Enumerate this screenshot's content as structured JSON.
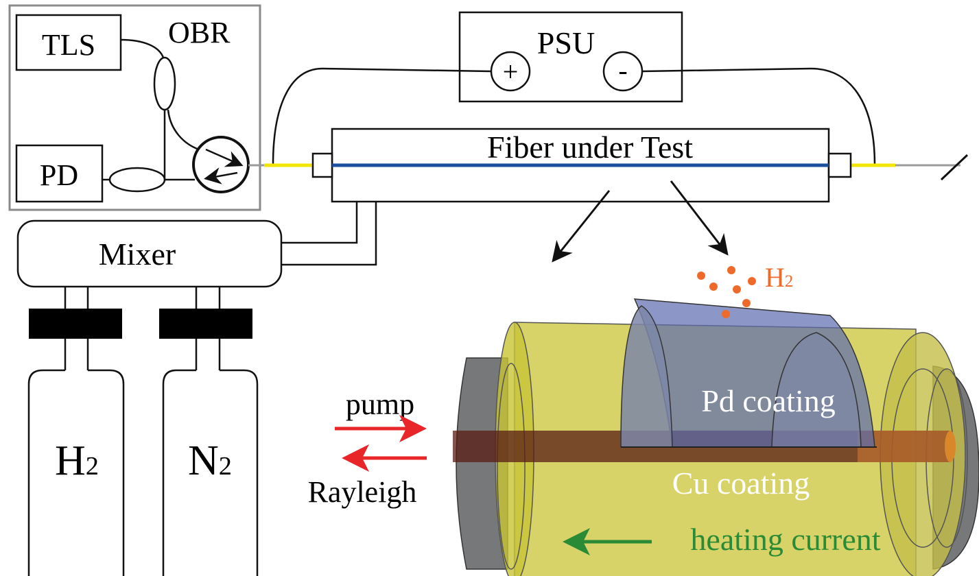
{
  "obr": {
    "title": "OBR",
    "tls": "TLS",
    "pd": "PD"
  },
  "psu": {
    "title": "PSU",
    "plus": "+",
    "minus": "-"
  },
  "fiber": {
    "title": "Fiber under Test"
  },
  "mixer": {
    "title": "Mixer"
  },
  "gases": [
    {
      "base": "H",
      "sub": "2"
    },
    {
      "base": "N",
      "sub": "2"
    }
  ],
  "h2_label": {
    "base": "H",
    "sub": "2"
  },
  "detail": {
    "pd_coating": "Pd coating",
    "cu_coating": "Cu coating",
    "pump": "pump",
    "rayleigh": "Rayleigh",
    "heating": "heating current"
  },
  "colors": {
    "line": "#111111",
    "frame": "#8a8a8a",
    "fiber_yellow": "#f2e600",
    "fiber_blue": "#1a4f9e",
    "pump_red": "#e8262a",
    "heating_green": "#2a8a35",
    "h2_orange": "#ee6a2a",
    "cu_fill": "#c9c436",
    "pd_fill": "#5b6bb0",
    "core_fill": "#5a1c14"
  }
}
